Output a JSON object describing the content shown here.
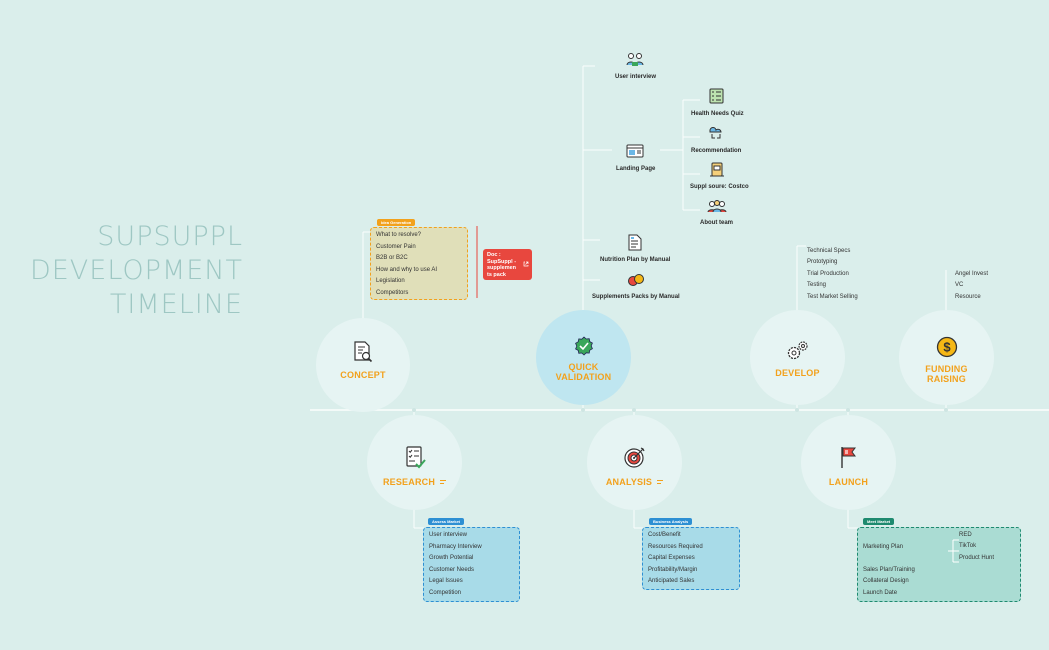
{
  "title": {
    "line1": "SUPSUPPL",
    "line2": "DEVELOPMENT",
    "line3": "TIMELINE"
  },
  "colors": {
    "background": "#daeeeb",
    "accent": "#f2a11c",
    "circle": "#e6f4f3",
    "quick_validation": "#bfe6f0",
    "doc_red": "#e8473e"
  },
  "nodes": {
    "concept": {
      "label": "CONCEPT",
      "icon": "document-search-icon"
    },
    "quick_validation": {
      "label1": "QUICK",
      "label2": "VALIDATION",
      "icon": "verified-badge-icon"
    },
    "develop": {
      "label": "DEVELOP",
      "icon": "gears-icon"
    },
    "funding": {
      "label1": "FUNDING",
      "label2": "RAISING",
      "icon": "dollar-coin-icon"
    },
    "research": {
      "label": "RESEARCH",
      "icon": "checklist-icon"
    },
    "analysis": {
      "label": "ANALYSIS",
      "icon": "target-icon"
    },
    "launch": {
      "label": "LAUNCH",
      "icon": "flag-icon"
    }
  },
  "idea_generation": {
    "tag": "Idea Generation",
    "items": [
      "What to resolve?",
      "Customer Pain",
      "B2B or B2C",
      "How and why to use AI",
      "Legislation",
      "Competitors"
    ]
  },
  "doc_link": {
    "text": "Doc : SupSuppl - supplemen ts pack",
    "line1": "Doc :",
    "line2": "SupSuppl -",
    "line3": "supplemen",
    "line4": "ts pack",
    "icon": "external-link-icon"
  },
  "validation_branches": {
    "user_interview": "User interview",
    "landing_page": "Landing Page",
    "health_quiz": "Health Needs Quiz",
    "recommendation": "Recommendation",
    "suppl_source": "Suppl soure: Costco",
    "about_team": "About team",
    "nutrition_plan": "Nutrition Plan by Manual",
    "supplements_packs": "Supplements Packs by Manual"
  },
  "develop_items": [
    "Technical Specs",
    "Prototyping",
    "Trial Production",
    "Testing",
    "Test Market Selling"
  ],
  "funding_items": [
    "Angel Invest",
    "VC",
    "Resource"
  ],
  "assess_market": {
    "tag": "Assess Market",
    "items": [
      "User interview",
      "Pharmacy Interview",
      "Growth Potential",
      "Customer Needs",
      "Legal Issues",
      "Competition"
    ]
  },
  "business_analysis": {
    "tag": "Business Analysis",
    "items": [
      "Cost/Benefit",
      "Resources Required",
      "Capital Expenses",
      "Profitability/Margin",
      "Anticipated Sales"
    ]
  },
  "meet_market": {
    "tag": "Meet Market",
    "marketing_plan": "Marketing Plan",
    "channels": [
      "RED",
      "TikTok",
      "Product Hunt"
    ],
    "items": [
      "Sales Plan/Training",
      "Collateral Design",
      "Launch Date"
    ]
  }
}
